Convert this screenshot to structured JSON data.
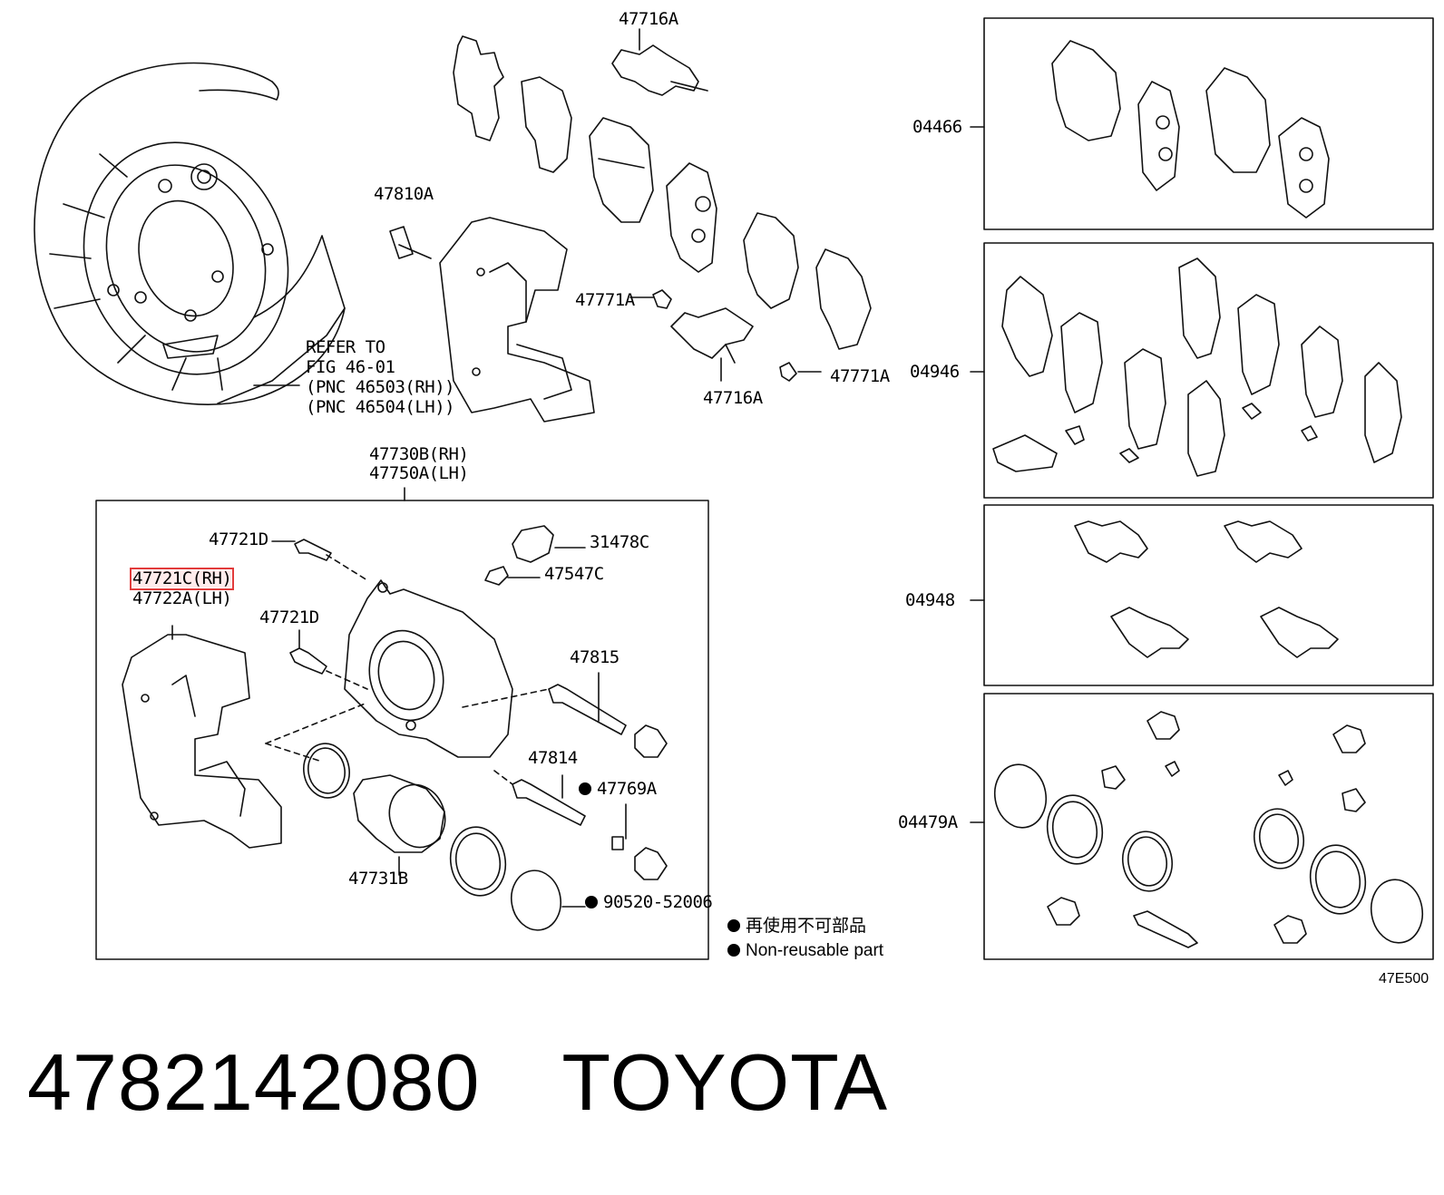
{
  "diagram": {
    "shield_refer_lines": [
      "REFER TO",
      "FIG 46-01",
      "(PNC 46503(RH))",
      "(PNC 46504(LH))"
    ],
    "top_labels": {
      "p47716A_top": "47716A",
      "p47810A": "47810A",
      "p47771A_left": "47771A",
      "p47771A_right": "47771A",
      "p47716A_bottom": "47716A"
    },
    "caliper_assembly_labels": [
      "47730B(RH)",
      "47750A(LH)"
    ],
    "caliper_box_labels": {
      "p47721D_top": "47721D",
      "p47721C": "47721C(RH)",
      "p47722A": "47722A(LH)",
      "p47721D_mid": "47721D",
      "p31478C": "31478C",
      "p47547C": "47547C",
      "p47815": "47815",
      "p47814": "47814",
      "p47769A": "47769A",
      "p47731B": "47731B",
      "p90520": "90520-52006"
    },
    "kit_labels": {
      "k04466": "04466",
      "k04946": "04946",
      "k04948": "04948",
      "k04479A": "04479A"
    },
    "legend": {
      "line1": "再使用不可部品",
      "line2": "Non-reusable part"
    },
    "figure_code": "47E500"
  },
  "footer": {
    "part_number": "4782142080",
    "brand": "TOYOTA"
  }
}
